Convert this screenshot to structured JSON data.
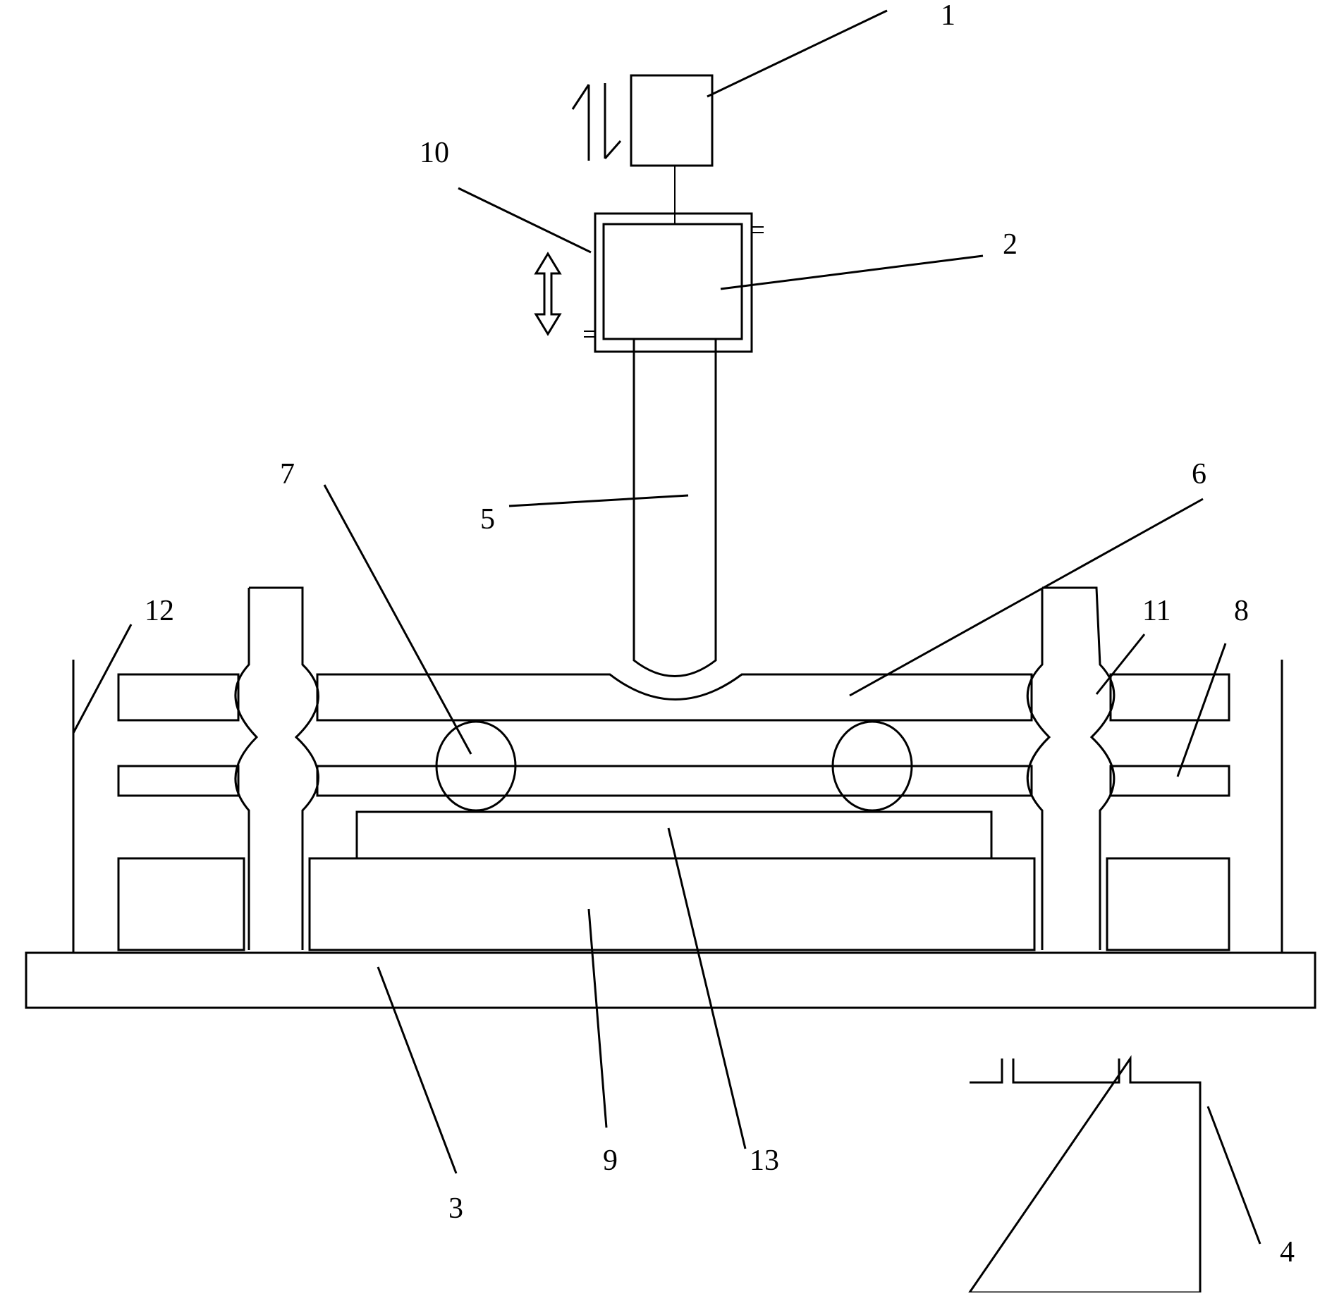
{
  "diagram": {
    "labels": {
      "motor": "1",
      "chamber": "2",
      "base": "3",
      "tank": "4",
      "rod": "5",
      "upper-plate": "6",
      "ball": "7",
      "middle-plate": "8",
      "platform": "9",
      "jacket": "10",
      "column-joint": "11",
      "side-wall": "12",
      "workpiece": "13"
    }
  }
}
